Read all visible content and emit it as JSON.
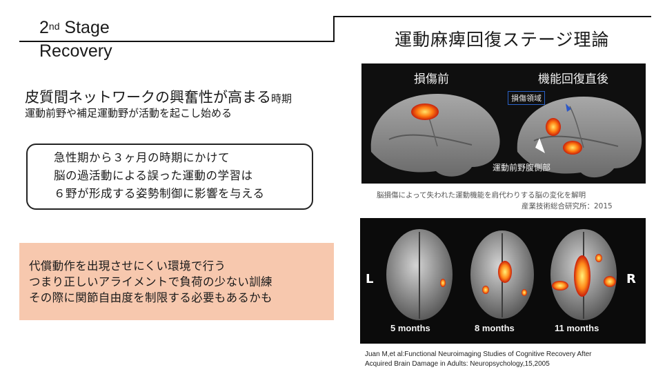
{
  "header": {
    "stage_prefix": "2",
    "stage_sup": "nd",
    "stage_word": " Stage",
    "stage_sub": "Recovery",
    "theory_title": "運動麻痺回復ステージ理論"
  },
  "period": {
    "heading_main": "皮質間ネットワークの興奮性が高まる",
    "heading_small": "時期",
    "detail": "運動前野や補足運動野が活動を起こし始める"
  },
  "note_box": {
    "lines": [
      "急性期から３ヶ月の時期にかけて",
      "脳の過活動による誤った運動の学習は",
      "６野が形成する姿勢制御に影響を与える"
    ]
  },
  "advice_box": {
    "lines": [
      "代償動作を出現させにくい環境で行う",
      "つまり正しいアライメントで負荷の少ない訓練",
      "その際に関節自由度を制限する必要もあるかも"
    ]
  },
  "figure1": {
    "label_before": "損傷前",
    "label_after": "機能回復直後",
    "label_region": "損傷領域",
    "label_pmv": "運動前野腹側部",
    "caption_line1": "脳損傷によって失われた運動機能を肩代わりする脳の変化を解明",
    "caption_line2": "産業技術総合研究所：2015"
  },
  "figure2": {
    "left_label": "L",
    "right_label": "R",
    "months": [
      "5 months",
      "8 months",
      "11 months"
    ],
    "reference_line1": "Juan M,et al:Functional Neuroimaging Studies of Cognitive Recovery After",
    "reference_line2": "Acquired Brain Damage in Adults: Neuropsychology,15,2005"
  },
  "colors": {
    "advice_bg": "#f7c8ae",
    "activation": "#ff7a10",
    "region_box": "#2a62c9"
  }
}
